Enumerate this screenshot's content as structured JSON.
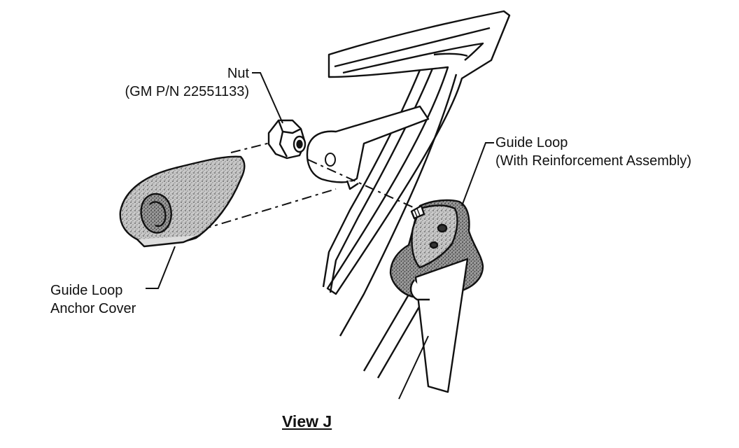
{
  "callouts": {
    "nut": {
      "line1": "Nut",
      "line2": "(GM P/N 22551133)"
    },
    "guide_loop": {
      "line1": "Guide Loop",
      "line2": "(With Reinforcement Assembly)"
    },
    "anchor_cover": {
      "line1": "Guide Loop",
      "line2": "Anchor Cover"
    }
  },
  "view_title": "View J"
}
